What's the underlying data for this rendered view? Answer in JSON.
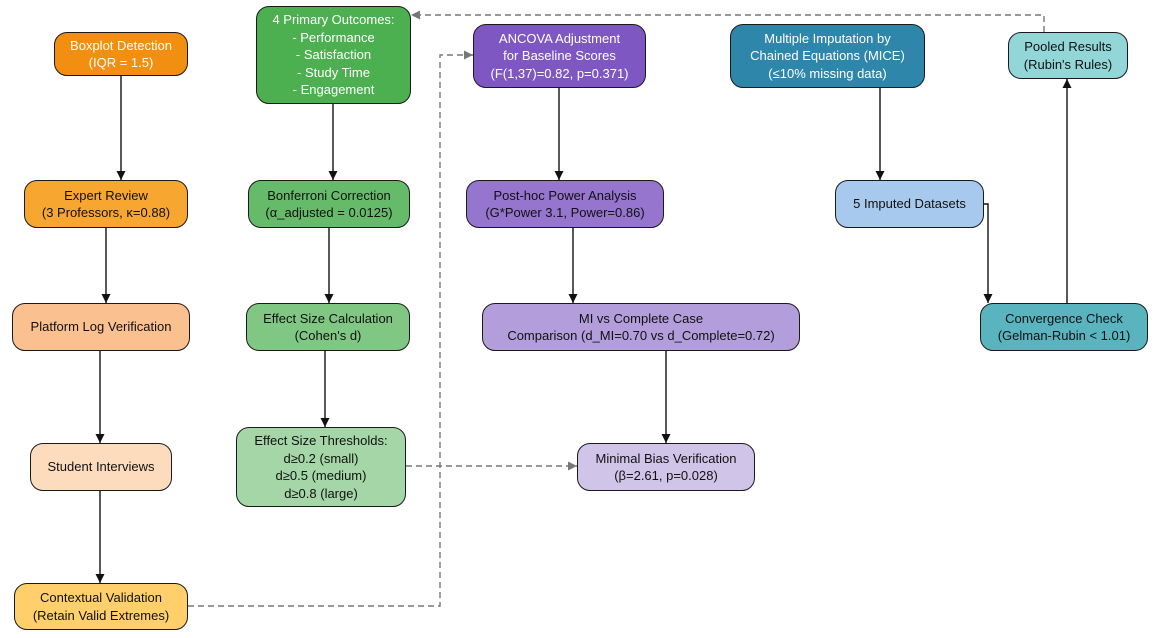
{
  "nodes": {
    "boxplot": {
      "lines": [
        "Boxplot Detection",
        "(IQR = 1.5)"
      ],
      "fill": "#f28e10"
    },
    "expert": {
      "lines": [
        "Expert Review",
        "(3 Professors, κ=0.88)"
      ],
      "fill": "#f7a72f"
    },
    "platform": {
      "lines": [
        "Platform Log Verification"
      ],
      "fill": "#fbc08f"
    },
    "interviews": {
      "lines": [
        "Student Interviews"
      ],
      "fill": "#fddcbd"
    },
    "contextual": {
      "lines": [
        "Contextual Validation",
        "(Retain Valid Extremes)"
      ],
      "fill": "#ffcf6b"
    },
    "outcomes": {
      "lines": [
        "4 Primary Outcomes:",
        "- Performance",
        "- Satisfaction",
        "- Study Time",
        "- Engagement"
      ],
      "fill": "#4caf50"
    },
    "bonferroni": {
      "lines": [
        "Bonferroni Correction",
        "(α_adjusted = 0.0125)"
      ],
      "fill": "#66bb6a"
    },
    "effectcalc": {
      "lines": [
        "Effect Size Calculation",
        "(Cohen's d)"
      ],
      "fill": "#81c784"
    },
    "thresholds": {
      "lines": [
        "Effect Size Thresholds:",
        "d≥0.2 (small)",
        "d≥0.5 (medium)",
        "d≥0.8 (large)"
      ],
      "fill": "#a5d6a7"
    },
    "ancova": {
      "lines": [
        "ANCOVA Adjustment",
        "for Baseline Scores",
        "(F(1,37)=0.82, p=0.371)"
      ],
      "fill": "#7e57c2"
    },
    "posthoc": {
      "lines": [
        "Post-hoc Power Analysis",
        "(G*Power 3.1, Power=0.86)"
      ],
      "fill": "#9575cd"
    },
    "mivscc": {
      "lines": [
        "MI vs Complete Case",
        "Comparison (d_MI=0.70 vs d_Complete=0.72)"
      ],
      "fill": "#b39ddb"
    },
    "minbias": {
      "lines": [
        "Minimal Bias Verification",
        "(β=2.61, p=0.028)"
      ],
      "fill": "#d1c4e9"
    },
    "mice": {
      "lines": [
        "Multiple Imputation by",
        "Chained Equations (MICE)",
        "(≤10% missing data)"
      ],
      "fill": "#2e86ab"
    },
    "imputed": {
      "lines": [
        "5 Imputed Datasets"
      ],
      "fill": "#a7c9ed"
    },
    "convergence": {
      "lines": [
        "Convergence Check",
        "(Gelman-Rubin < 1.01)"
      ],
      "fill": "#5ab4bf"
    },
    "pooled": {
      "lines": [
        "Pooled Results",
        "(Rubin's Rules)"
      ],
      "fill": "#92d6d8"
    }
  },
  "edges": [
    {
      "from": "boxplot",
      "to": "expert",
      "style": "solid"
    },
    {
      "from": "expert",
      "to": "platform",
      "style": "solid"
    },
    {
      "from": "platform",
      "to": "interviews",
      "style": "solid"
    },
    {
      "from": "interviews",
      "to": "contextual",
      "style": "solid"
    },
    {
      "from": "outcomes",
      "to": "bonferroni",
      "style": "solid"
    },
    {
      "from": "bonferroni",
      "to": "effectcalc",
      "style": "solid"
    },
    {
      "from": "effectcalc",
      "to": "thresholds",
      "style": "solid"
    },
    {
      "from": "ancova",
      "to": "posthoc",
      "style": "solid"
    },
    {
      "from": "posthoc",
      "to": "mivscc",
      "style": "solid"
    },
    {
      "from": "mivscc",
      "to": "minbias",
      "style": "solid"
    },
    {
      "from": "mice",
      "to": "imputed",
      "style": "solid"
    },
    {
      "from": "imputed",
      "to": "convergence",
      "style": "solid"
    },
    {
      "from": "convergence",
      "to": "pooled",
      "style": "solid"
    },
    {
      "from": "contextual",
      "to": "ancova",
      "style": "dashed"
    },
    {
      "from": "thresholds",
      "to": "minbias",
      "style": "dashed"
    },
    {
      "from": "pooled",
      "to": "outcomes",
      "style": "dashed"
    }
  ]
}
